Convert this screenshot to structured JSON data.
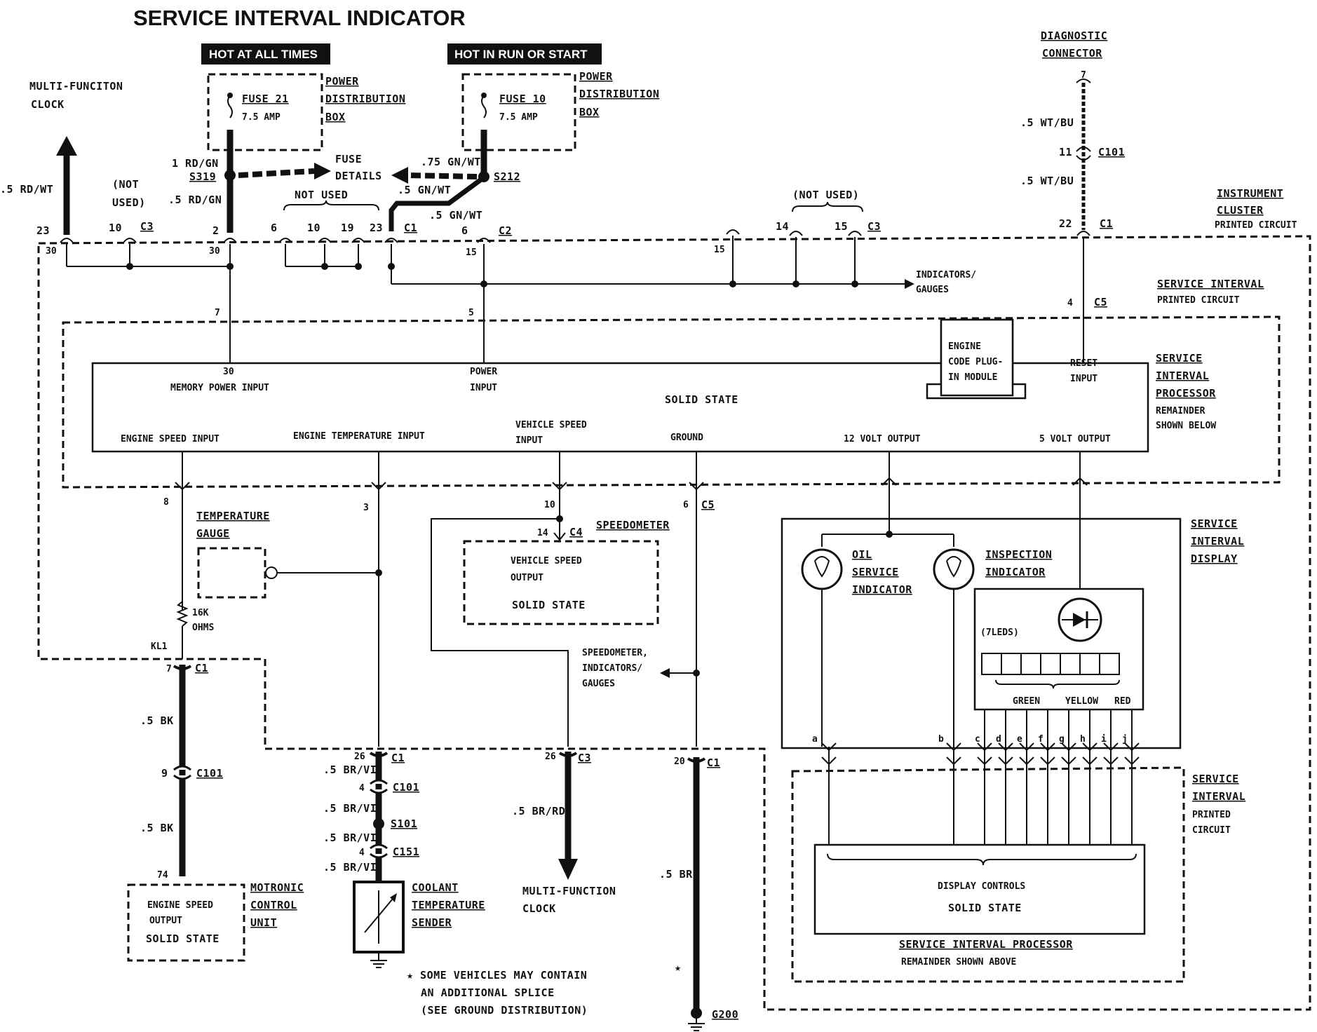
{
  "title": "SERVICE INTERVAL INDICATOR",
  "banners": {
    "hot_all_times": "HOT AT ALL TIMES",
    "hot_run_start": "HOT IN RUN OR START"
  },
  "fuse21": {
    "name": "FUSE 21",
    "rating": "7.5 AMP"
  },
  "fuse10": {
    "name": "FUSE 10",
    "rating": "7.5 AMP"
  },
  "pdb": [
    "POWER",
    "DISTRIBUTION",
    "BOX"
  ],
  "fuse_details": [
    "FUSE",
    "DETAILS"
  ],
  "diag_conn": [
    "DIAGNOSTIC",
    "CONNECTOR"
  ],
  "mfc_top": [
    "MULTI-FUNCITON",
    "CLOCK"
  ],
  "not_used_1": [
    "(NOT",
    "USED)"
  ],
  "not_used_2": "NOT USED",
  "not_used_3": "(NOT USED)",
  "inst_cluster": [
    "INSTRUMENT",
    "CLUSTER",
    "PRINTED CIRCUIT"
  ],
  "svc_pc_top": [
    "SERVICE INTERVAL",
    "PRINTED CIRCUIT"
  ],
  "sip": [
    "SERVICE",
    "INTERVAL",
    "PROCESSOR",
    "REMAINDER",
    "SHOWN  BELOW"
  ],
  "sid": [
    "SERVICE",
    "INTERVAL",
    "DISPLAY"
  ],
  "svc_pc_bot": [
    "SERVICE",
    "INTERVAL",
    "PRINTED",
    "CIRCUIT"
  ],
  "ind_gauges": [
    "INDICATORS/",
    "GAUGES"
  ],
  "processor": {
    "memory": [
      "30",
      "MEMORY POWER INPUT"
    ],
    "power": [
      "POWER",
      "INPUT"
    ],
    "reset": [
      "RESET",
      "INPUT"
    ],
    "solid_state": "SOLID STATE",
    "engine_code": [
      "ENGINE",
      "CODE PLUG-",
      "IN MODULE"
    ],
    "engine_speed_in": "ENGINE SPEED INPUT",
    "engine_temp_in": "ENGINE TEMPERATURE INPUT",
    "vehicle_speed_in": [
      "VEHICLE SPEED",
      "INPUT"
    ],
    "ground": "GROUND",
    "v12": "12 VOLT OUTPUT",
    "v5": "5 VOLT OUTPUT"
  },
  "temp_gauge": [
    "TEMPERATURE",
    "GAUGE"
  ],
  "resistor": [
    "16K",
    "OHMS"
  ],
  "speedometer": "SPEEDOMETER",
  "speedo_box": [
    "VEHICLE SPEED",
    "OUTPUT",
    "SOLID STATE"
  ],
  "speedo_ind": [
    "SPEEDOMETER,",
    "INDICATORS/",
    "GAUGES"
  ],
  "oil_service": [
    "OIL",
    "SERVICE",
    "INDICATOR"
  ],
  "inspection": [
    "INSPECTION",
    "INDICATOR"
  ],
  "leds": "(7LEDS)",
  "led_colors": [
    "GREEN",
    "YELLOW",
    "RED"
  ],
  "display_controls": [
    "DISPLAY CONTROLS",
    "SOLID STATE"
  ],
  "sip_bottom": [
    "SERVICE INTERVAL PROCESSOR",
    "REMAINDER SHOWN ABOVE"
  ],
  "motronic_box": [
    "ENGINE SPEED",
    "OUTPUT",
    "SOLID STATE"
  ],
  "motronic": [
    "MOTRONIC",
    "CONTROL",
    "UNIT"
  ],
  "coolant": [
    "COOLANT",
    "TEMPERATURE",
    "SENDER"
  ],
  "mfc_bottom": [
    "MULTI-FUNCTION",
    "CLOCK"
  ],
  "note": [
    "★ SOME VEHICLES MAY CONTAIN",
    "AN ADDITIONAL SPLICE",
    "(SEE GROUND DISTRIBUTION)"
  ],
  "wires": {
    "rdwt": ".5 RD/WT",
    "rdgn1": "1 RD/GN",
    "rdgn5": ".5 RD/GN",
    "gnwt75": ".75 GN/WT",
    "gnwt5a": ".5 GN/WT",
    "gnwt5b": ".5 GN/WT",
    "wtbu1": ".5 WT/BU",
    "wtbu2": ".5 WT/BU",
    "bk1": ".5 BK",
    "bk2": ".5 BK",
    "brvi1": ".5 BR/VI",
    "brvi2": ".5 BR/VI",
    "brvi3": ".5 BR/VI",
    "brvi4": ".5 BR/VI",
    "brrd": ".5 BR/RD",
    "br": ".5 BR"
  },
  "splices": {
    "s319": "S319",
    "s212": "S212",
    "s101": "S101",
    "g200": "G200"
  },
  "conns": {
    "c1": "C1",
    "c2": "C2",
    "c3": "C3",
    "c4": "C4",
    "c5": "C5",
    "c101": "C101",
    "c151": "C151",
    "kl1": "KL1"
  },
  "pins": {
    "p23": "23",
    "p10": "10",
    "p2": "2",
    "p6": "6",
    "p10b": "10",
    "p19": "19",
    "p23b": "23",
    "p6b": "6",
    "p14": "14",
    "p15": "15",
    "p22": "22",
    "p7": "7",
    "p11": "11",
    "p30a": "30",
    "p30b": "30",
    "p15a": "15",
    "p15b": "15",
    "p7b": "7",
    "p5": "5",
    "p4": "4",
    "p8": "8",
    "p3": "3",
    "p10c": "10",
    "p6c": "6",
    "p14b": "14",
    "p7c": "7",
    "p9": "9",
    "p74": "74",
    "p26": "26",
    "p4b": "4",
    "p4c": "4",
    "p26b": "26",
    "p20": "20",
    "la": "a",
    "lb": "b",
    "lc": "c",
    "ld": "d",
    "le": "e",
    "lf": "f",
    "lg": "g",
    "lh": "h",
    "li": "i",
    "lj": "j"
  }
}
